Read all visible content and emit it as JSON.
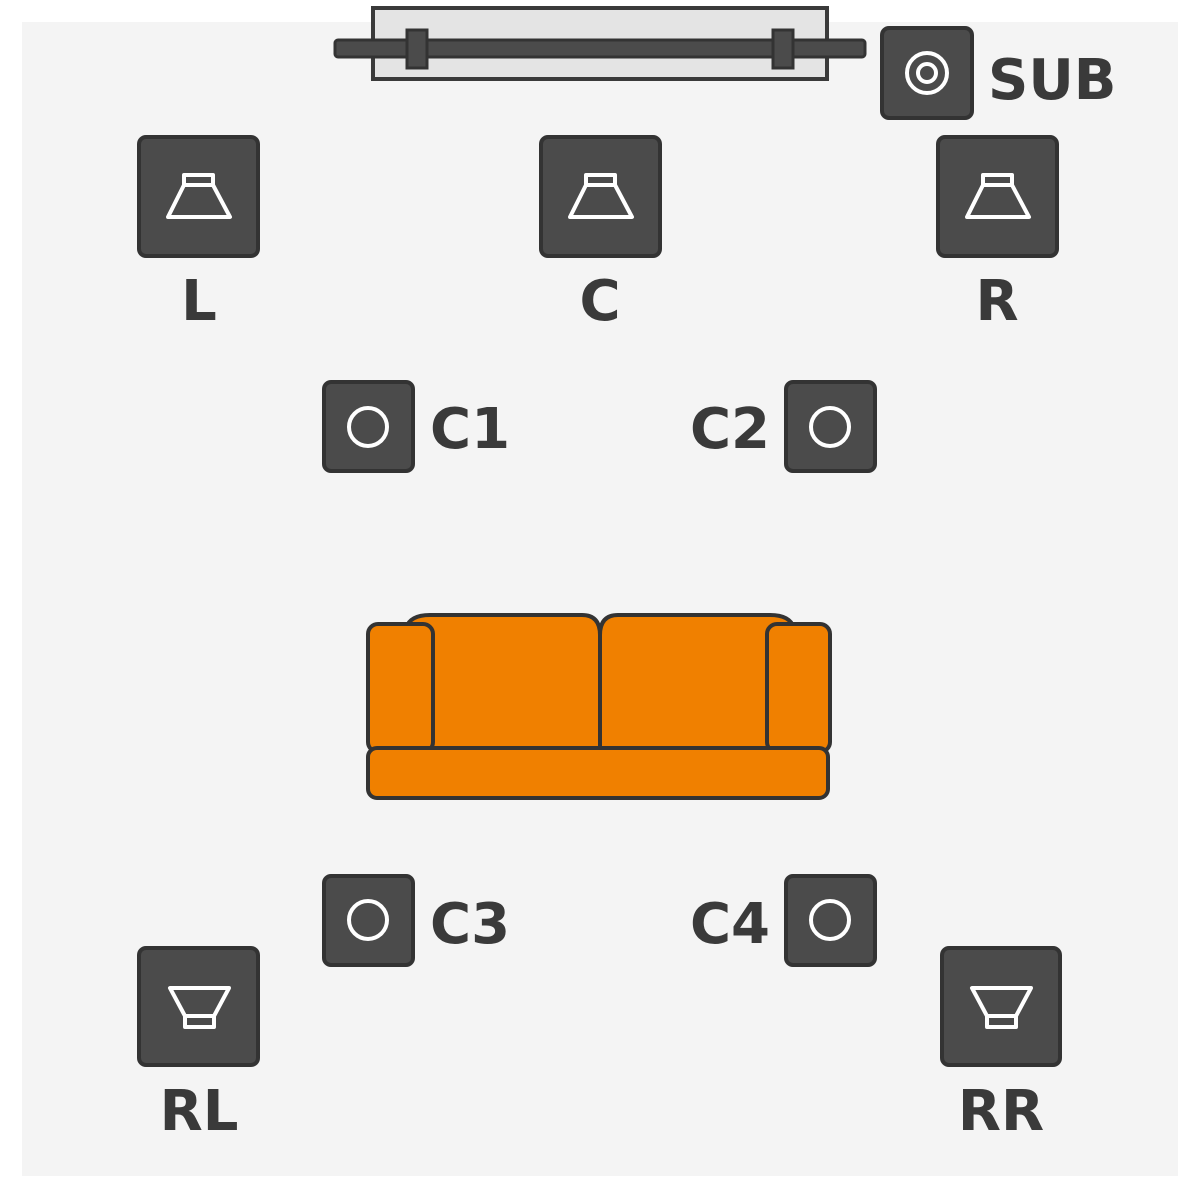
{
  "colors": {
    "background": "#ffffff",
    "floor": "#f4f4f4",
    "speaker_fill": "#4b4b4b",
    "speaker_border": "#333333",
    "icon_stroke": "#ffffff",
    "label": "#3a3a3a",
    "sofa": "#f08000",
    "sofa_outline": "#333333",
    "tv_screen": "#e4e4e4",
    "tv_bar": "#4b4b4b"
  },
  "speakers": {
    "sub": {
      "label": "SUB",
      "icon": "subwoofer-icon"
    },
    "left": {
      "label": "L",
      "icon": "front-speaker-icon"
    },
    "center": {
      "label": "C",
      "icon": "front-speaker-icon"
    },
    "right": {
      "label": "R",
      "icon": "front-speaker-icon"
    },
    "c1": {
      "label": "C1",
      "icon": "ceiling-speaker-icon"
    },
    "c2": {
      "label": "C2",
      "icon": "ceiling-speaker-icon"
    },
    "c3": {
      "label": "C3",
      "icon": "ceiling-speaker-icon"
    },
    "c4": {
      "label": "C4",
      "icon": "ceiling-speaker-icon"
    },
    "rear_left": {
      "label": "RL",
      "icon": "rear-speaker-icon"
    },
    "rear_right": {
      "label": "RR",
      "icon": "rear-speaker-icon"
    }
  },
  "furniture": {
    "tv": {
      "icon": "tv-icon"
    },
    "sofa": {
      "icon": "sofa-icon"
    }
  }
}
